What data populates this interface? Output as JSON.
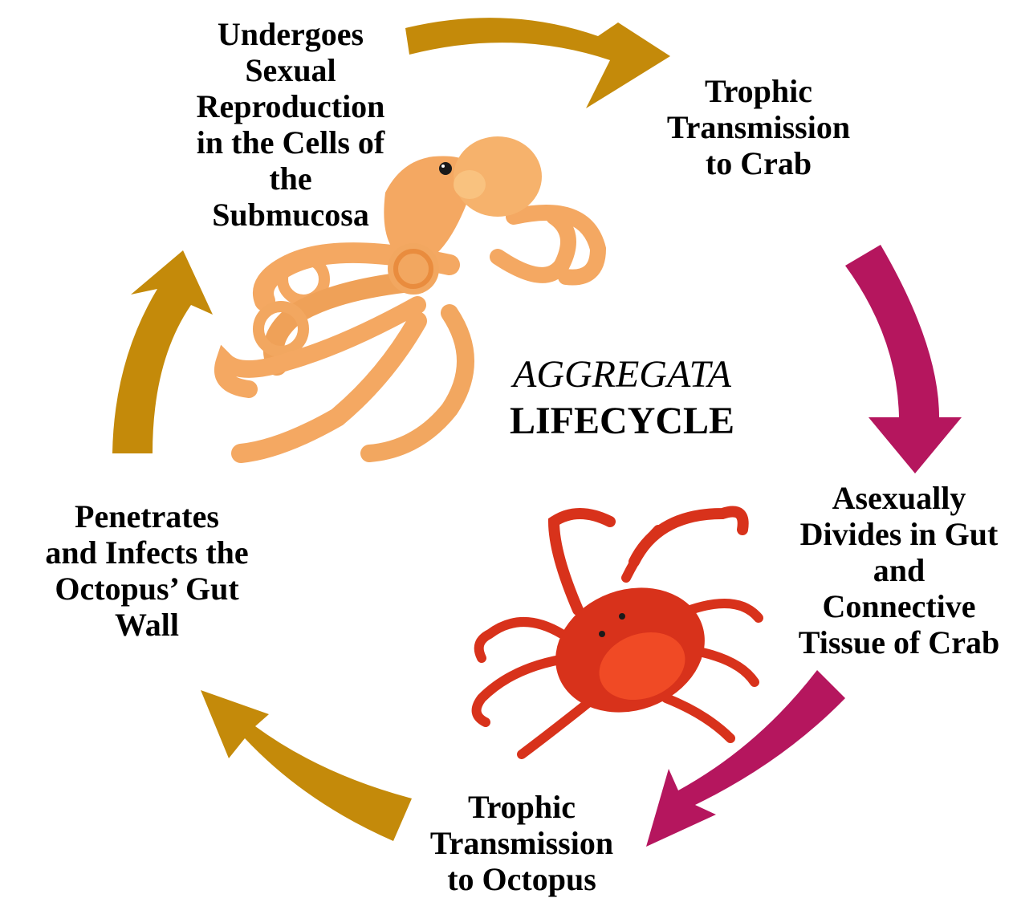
{
  "diagram": {
    "title_line1": "AGGREGATA",
    "title_line2": "LIFECYCLE",
    "stages": {
      "sexual_reproduction": "Undergoes\nSexual\nReproduction\nin the Cells of\nthe\nSubmucosa",
      "trophic_to_crab": "Trophic\nTransmission\nto Crab",
      "asexual_division": "Asexually\nDivides in Gut\nand\nConnective\nTissue of Crab",
      "trophic_to_octopus": "Trophic\nTransmission\nto Octopus",
      "penetrates": "Penetrates\nand Infects the\nOctopus’ Gut\nWall"
    },
    "colors": {
      "gold_arrow": "#C48A0A",
      "magenta_arrow": "#B5165E",
      "octopus_body": "#F4A862",
      "crab_body": "#D8321B"
    },
    "illustrations": [
      "octopus",
      "crab"
    ]
  }
}
